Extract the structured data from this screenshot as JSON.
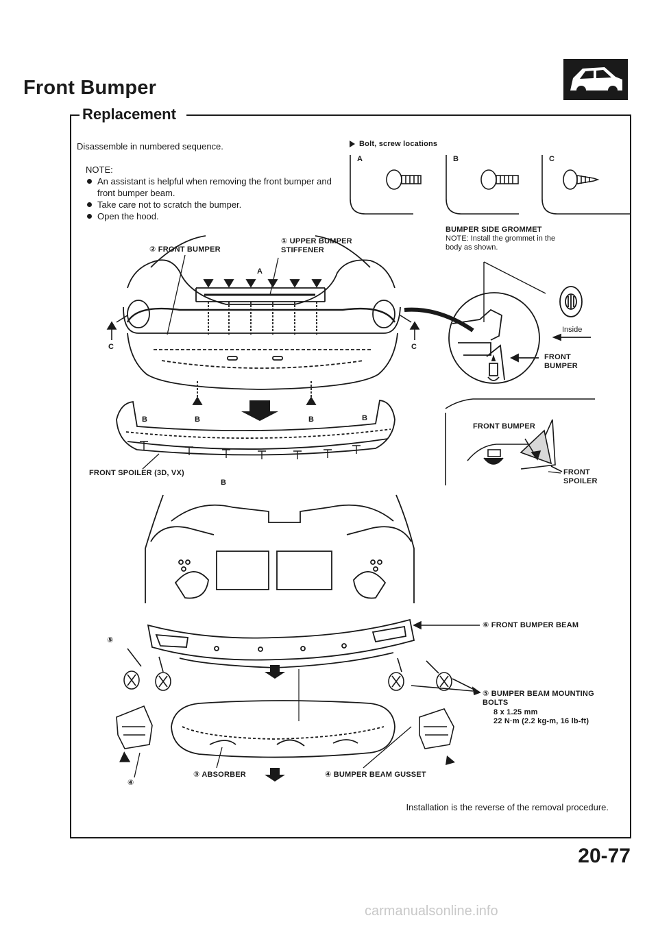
{
  "header": {
    "title": "Front Bumper",
    "subtitle": "Replacement",
    "car_icon": "hatchback-car-icon"
  },
  "intro": "Disassemble in numbered sequence.",
  "note_heading": "NOTE:",
  "notes": [
    "An assistant is helpful when removing the front bumper and front bumper beam.",
    "Take care not to scratch the bumper.",
    "Open the hood."
  ],
  "legend": {
    "title": "Bolt, screw locations",
    "types": [
      "A",
      "B",
      "C"
    ]
  },
  "grommet": {
    "title": "BUMPER SIDE GROMMET",
    "note": "NOTE: Install the grommet in the body as shown.",
    "inside_label": "Inside",
    "bumper_label": "FRONT BUMPER"
  },
  "spoiler_detail": {
    "bumper_label": "FRONT BUMPER",
    "spoiler_label": "FRONT SPOILER"
  },
  "parts": {
    "stiffener": "① UPPER BUMPER STIFFENER",
    "front_bumper": "② FRONT BUMPER",
    "absorber": "③ ABSORBER",
    "gusset": "④ BUMPER BEAM GUSSET",
    "beam": "⑥ FRONT BUMPER BEAM",
    "bolts": "⑤ BUMPER BEAM MOUNTING BOLTS",
    "bolts_spec": "8 x 1.25 mm",
    "bolts_torque": "22 N·m (2.2 kg-m, 16 lb-ft)",
    "spoiler": "FRONT SPOILER (3D, VX)"
  },
  "callouts": {
    "a": "A",
    "b": "B",
    "c": "C",
    "five": "⑤",
    "four": "④"
  },
  "footer": "Installation is the reverse of the removal procedure.",
  "page_number": "20-77",
  "watermark": "carmanualsonline.info"
}
